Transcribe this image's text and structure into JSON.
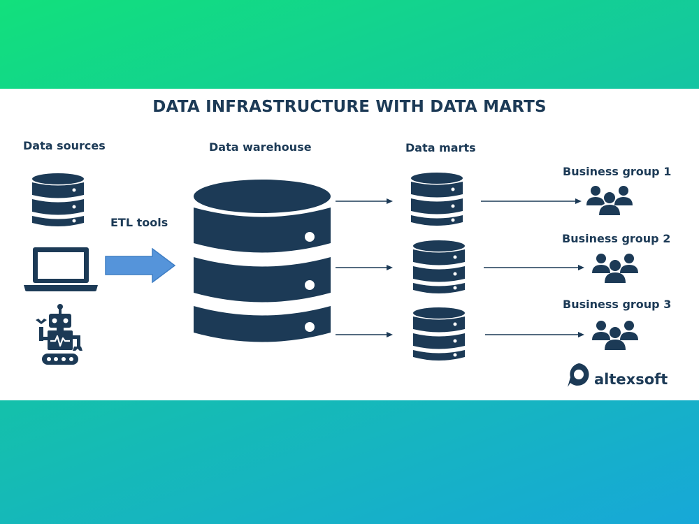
{
  "title": "DATA INFRASTRUCTURE WITH DATA MARTS",
  "columns": {
    "sources": "Data sources",
    "etl": "ETL tools",
    "warehouse": "Data warehouse",
    "marts": "Data marts"
  },
  "business_groups": [
    "Business group 1",
    "Business group 2",
    "Business group 3"
  ],
  "brand": "altexsoft",
  "icons": [
    "database-icon",
    "laptop-icon",
    "robot-icon",
    "arrow-right-icon",
    "users-group-icon",
    "altexsoft-logo-icon"
  ],
  "colors": {
    "navy": "#1c3a56",
    "etl_arrow": "#4f8fd6",
    "bg_top": "#12e07c",
    "bg_bottom": "#17a8d8"
  }
}
